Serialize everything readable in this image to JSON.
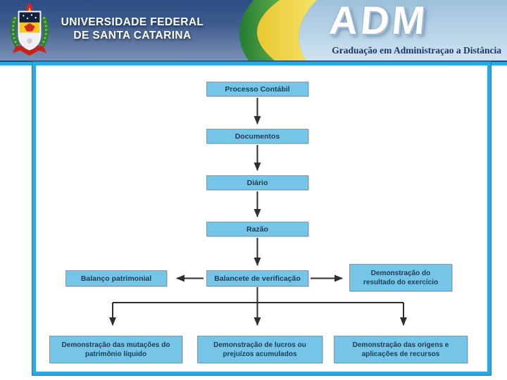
{
  "header": {
    "university_name_line1": "UNIVERSIDADE FEDERAL",
    "university_name_line2": "DE SANTA CATARINA",
    "logo": "ufsc-coat-of-arms",
    "program_acronym": "ADM",
    "program_subtitle": "Graduação em Administraçao a Distância"
  },
  "colors": {
    "frame_border": "#2baae0",
    "node_fill": "#74c5e7",
    "node_border": "#8599a8",
    "node_text": "#1d3c55",
    "arrow": "#2e2e2e",
    "header_dark_blue": "#2b4d84",
    "header_light_blue": "#bcd6ea",
    "stripe_green": "#2f8f3e",
    "stripe_yellow": "#eecf35"
  },
  "flowchart": {
    "nodes": {
      "processo_contabil": {
        "label": "Processo Contábil"
      },
      "documentos": {
        "label": "Documentos"
      },
      "diario": {
        "label": "Diário"
      },
      "razao": {
        "label": "Razão"
      },
      "balancete": {
        "label": "Balancete de verificação"
      },
      "balanco_patrimonial": {
        "label": "Balanço patrimonial"
      },
      "dre": {
        "label": "Demonstração do resultado do exercício"
      },
      "dmpl": {
        "label": "Demonstração das mutações do patrimônio líquido"
      },
      "dlpa": {
        "label": "Demonstração de lucros ou prejuízos acumulados"
      },
      "doar": {
        "label": "Demonstração das origens e aplicações de recursos"
      }
    },
    "edges": [
      {
        "from": "processo_contabil",
        "to": "documentos"
      },
      {
        "from": "documentos",
        "to": "diario"
      },
      {
        "from": "diario",
        "to": "razao"
      },
      {
        "from": "razao",
        "to": "balancete"
      },
      {
        "from": "balancete",
        "to": "balanco_patrimonial"
      },
      {
        "from": "balancete",
        "to": "dre"
      },
      {
        "from": "balancete",
        "to": "dmpl"
      },
      {
        "from": "balancete",
        "to": "dlpa"
      },
      {
        "from": "balancete",
        "to": "doar"
      }
    ]
  }
}
